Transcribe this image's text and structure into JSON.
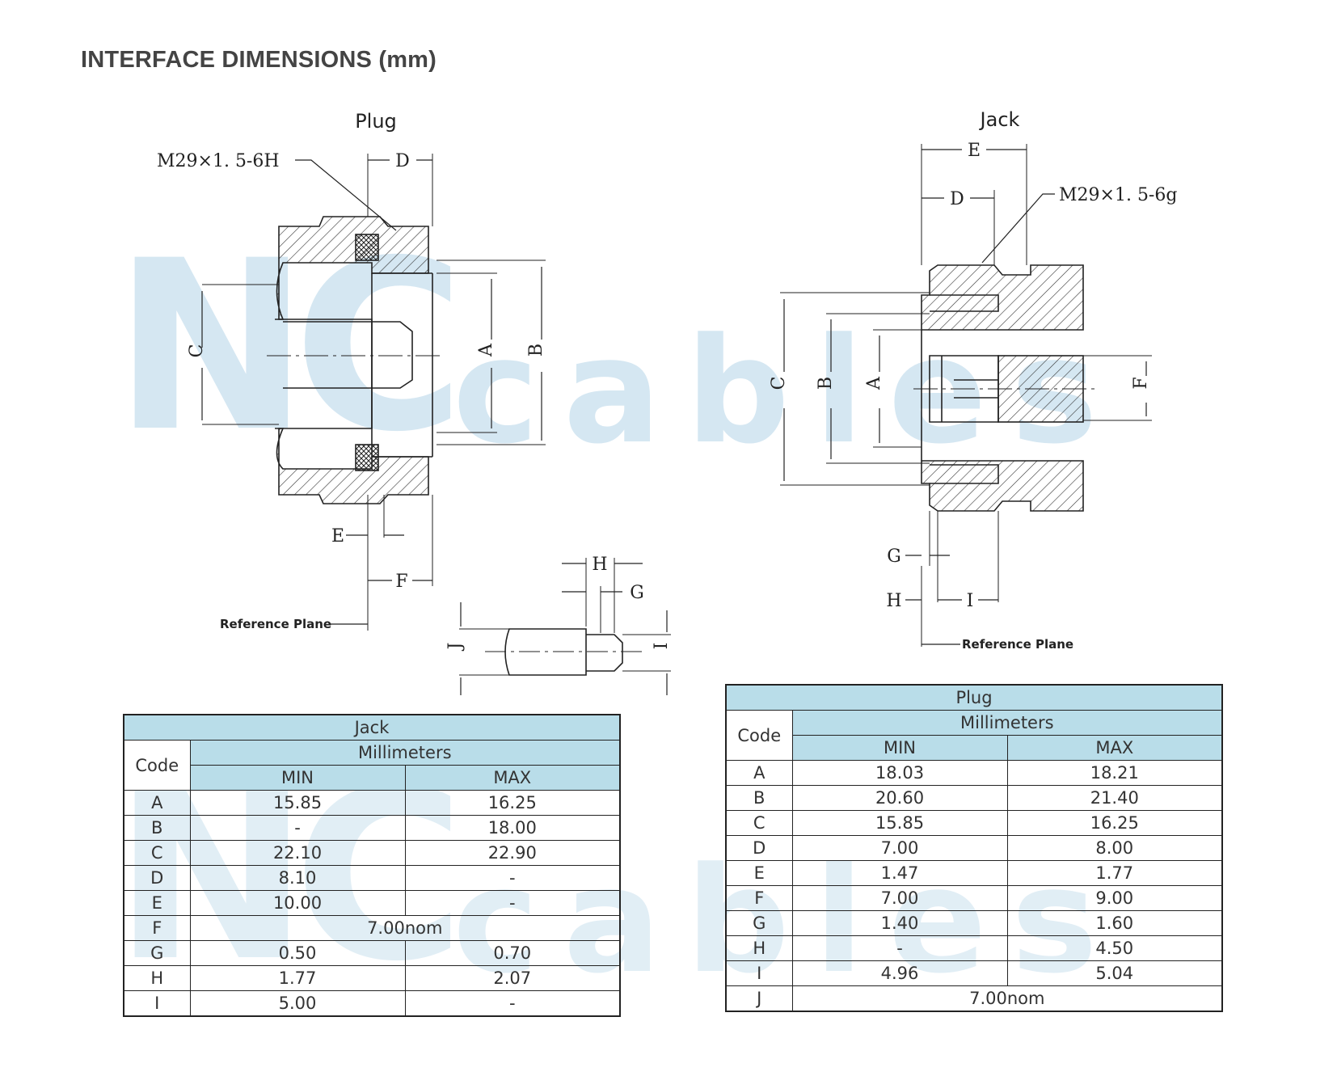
{
  "page_title": "INTERFACE DIMENSIONS (mm)",
  "watermark": {
    "logo_text": "NC",
    "word": "cables",
    "color": "#d5e7f2"
  },
  "plug_drawing": {
    "title": "Plug",
    "thread": "M29×1. 5-6H",
    "reference_plane": "Reference Plane",
    "labels": [
      "A",
      "B",
      "C",
      "D",
      "E",
      "F"
    ]
  },
  "jack_drawing": {
    "title": "Jack",
    "thread": "M29×1. 5-6g",
    "reference_plane": "Reference Plane",
    "labels": [
      "A",
      "B",
      "C",
      "D",
      "E",
      "F",
      "G",
      "H",
      "I"
    ]
  },
  "pin_detail": {
    "labels": [
      "H",
      "G",
      "J",
      "I"
    ]
  },
  "jack_table": {
    "title": "Jack",
    "code_header": "Code",
    "unit_header": "Millimeters",
    "min_header": "MIN",
    "max_header": "MAX",
    "rows": [
      {
        "code": "A",
        "min": "15.85",
        "max": "16.25"
      },
      {
        "code": "B",
        "min": "-",
        "max": "18.00"
      },
      {
        "code": "C",
        "min": "22.10",
        "max": "22.90"
      },
      {
        "code": "D",
        "min": "8.10",
        "max": "-"
      },
      {
        "code": "E",
        "min": "10.00",
        "max": "-"
      },
      {
        "code": "F",
        "nom": "7.00nom"
      },
      {
        "code": "G",
        "min": "0.50",
        "max": "0.70"
      },
      {
        "code": "H",
        "min": "1.77",
        "max": "2.07"
      },
      {
        "code": "I",
        "min": "5.00",
        "max": "-"
      }
    ]
  },
  "plug_table": {
    "title": "Plug",
    "code_header": "Code",
    "unit_header": "Millimeters",
    "min_header": "MIN",
    "max_header": "MAX",
    "rows": [
      {
        "code": "A",
        "min": "18.03",
        "max": "18.21"
      },
      {
        "code": "B",
        "min": "20.60",
        "max": "21.40"
      },
      {
        "code": "C",
        "min": "15.85",
        "max": "16.25"
      },
      {
        "code": "D",
        "min": "7.00",
        "max": "8.00"
      },
      {
        "code": "E",
        "min": "1.47",
        "max": "1.77"
      },
      {
        "code": "F",
        "min": "7.00",
        "max": "9.00"
      },
      {
        "code": "G",
        "min": "1.40",
        "max": "1.60"
      },
      {
        "code": "H",
        "min": "-",
        "max": "4.50"
      },
      {
        "code": "I",
        "min": "4.96",
        "max": "5.04"
      },
      {
        "code": "J",
        "nom": "7.00nom"
      }
    ]
  },
  "colors": {
    "table_header": "#b9dde9",
    "line": "#222222"
  }
}
